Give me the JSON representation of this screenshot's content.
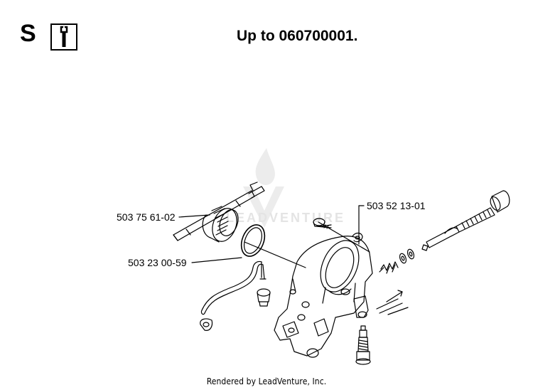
{
  "header": {
    "section_letter": "S",
    "tool_icon": "wrench-icon",
    "title": "Up to 060700001."
  },
  "parts": [
    {
      "id": "p1",
      "number": "503 75 61-02"
    },
    {
      "id": "p2",
      "number": "503 23 00-59"
    },
    {
      "id": "p3",
      "number": "503 52 13-01"
    }
  ],
  "watermark": {
    "text": "LEADVENTURE"
  },
  "footer": {
    "text": "Rendered by LeadVenture, Inc."
  }
}
